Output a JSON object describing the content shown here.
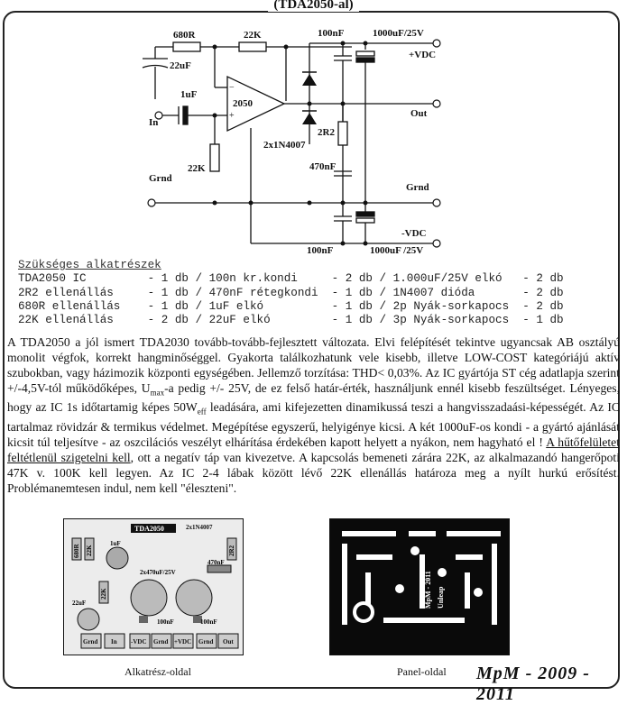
{
  "title": "(TDA2050-al)",
  "schematic": {
    "r_680": "680R",
    "r_22k_top": "22K",
    "c_100n_top": "100nF",
    "c_1000u_top": "1000uF/25V",
    "vdc_plus": "+VDC",
    "c_22u": "22uF",
    "c_1u": "1uF",
    "ic": "2050",
    "in": "In",
    "out": "Out",
    "r_2r2": "2R2",
    "diodes": "2x1N4007",
    "c_470n": "470nF",
    "r_22k_bottom": "22K",
    "grnd_left": "Grnd",
    "grnd_right": "Grnd",
    "vdc_minus": "-VDC",
    "c_100n_bottom": "100nF",
    "c_1000u_bottom": "1000uF /25V",
    "plus": "+",
    "minus": "−"
  },
  "parts": {
    "heading": "Szükséges alkatrészek",
    "rows": [
      "TDA2050 IC         - 1 db / 100n kr.kondi     - 2 db / 1.000uF/25V elkó   - 2 db",
      "2R2 ellenállás     - 1 db / 470nF rétegkondi  - 1 db / 1N4007 dióda       - 2 db",
      "680R ellenállás    - 1 db / 1uF elkó          - 1 db / 2p Nyák-sorkapocs  - 2 db",
      "22K ellenállás     - 2 db / 22uF elkó         - 1 db / 3p Nyák-sorkapocs  - 1 db"
    ]
  },
  "description": {
    "p1": "A TDA2050 a jól ismert TDA2030 tovább-tovább-fejlesztett változata. Elvi felépítését tekintve ugyancsak AB osztályú monolit végfok, korrekt hangminőséggel. Gyakorta találkozhatunk vele kisebb, illetve LOW-COST kategóriájú aktív szubokban, vagy házimozik központi egységében. Jellemző torzítása: THD< 0,03%. Az IC gyártója ST cég adatlapja szerint +/-4,5V-tól működőképes, U",
    "umax_sub": "max",
    "p2": "-a pedig +/- 25V, de ez felső határ-érték, használjunk ennél kisebb feszültséget. Lényeges, hogy az IC 1s időtartamig képes 50W",
    "weff_sub": "eff",
    "p3": " leadására, ami kifejezetten dinamikussá teszi a hangvisszadaási-képességét. Az IC tartalmaz rövidzár & termikus védelmet. Megépítése egyszerű, helyigénye kicsi. A két 1000uF-os kondi  - a gyártó ajánlását kicsit túl teljesítve - az oszcilációs veszélyt elhárítása érdekében kapott helyett a nyákon, nem hagyható el ! ",
    "underlined": "A hűtőfelületet feltétlenül szigetelni kell",
    "p4": ", ott a negatív táp van kivezetve. A kapcsolás bemeneti zárára 22K, az alkalmazandó hangerőpoti 47K v. 100K kell legyen. Az IC 2-4 lábak között lévő 22K ellenállás határoza meg a nyílt hurkú erősítést. Problémanemtesen indul, nem kell \"éleszteni\"."
  },
  "layout_board": {
    "ic": "TDA2050",
    "diodes": "2x1N4007",
    "r_680": "680R",
    "r_22k_a": "22K",
    "c_1u": "1uF",
    "r_2r2": "2R2",
    "c_470n": "470nF",
    "r_22k_b": "22K",
    "caps": "2x470uF/25V",
    "c_22u": "22uF",
    "c_100n_a": "100nF",
    "c_100n_b": "100nF",
    "terminals": [
      "Grnd",
      "In",
      "-VDC",
      "Grnd",
      "+VDC",
      "Grnd",
      "Out"
    ],
    "caption": "Alkatrész-oldal"
  },
  "panel_board": {
    "text1": "MpM - 2011",
    "text2": "Unleap",
    "caption": "Panel-oldal"
  },
  "signature": "MpM - 2009 - 2011",
  "colors": {
    "ink": "#111111",
    "copper": "#0a0a0a",
    "board_bg": "#e8e8e8",
    "component": "#9a9a9a"
  }
}
